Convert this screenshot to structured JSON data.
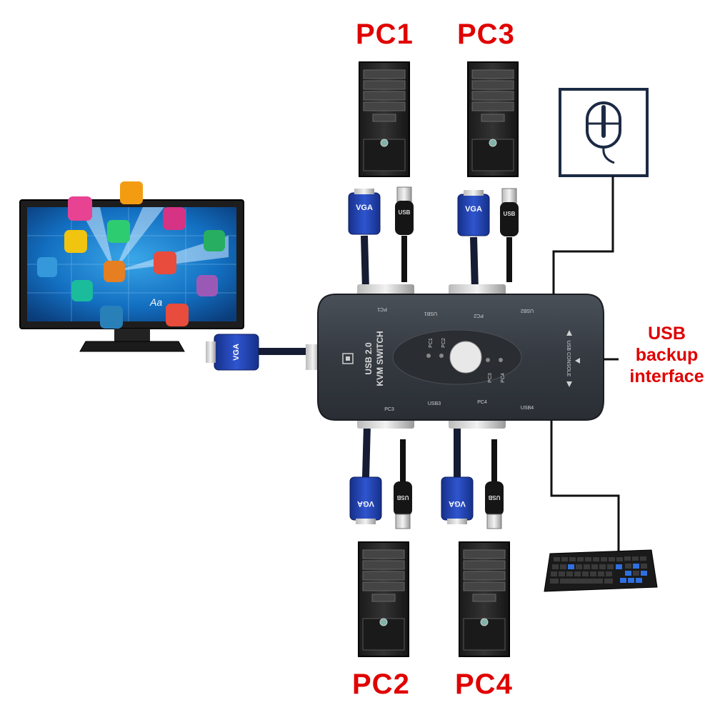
{
  "labels": {
    "pc1": "PC1",
    "pc2": "PC2",
    "pc3": "PC3",
    "pc4": "PC4",
    "usb_backup_line1": "USB",
    "usb_backup_line2": "backup",
    "usb_backup_line3": "interface"
  },
  "device": {
    "title_line1": "USB 2.0",
    "title_line2": "KVM SWITCH",
    "port_pc1": "PC1",
    "port_pc2": "PC2",
    "port_pc3": "PC3",
    "port_pc4": "PC4",
    "port_usb1": "USB1",
    "port_usb2": "USB2",
    "port_usb3": "USB3",
    "port_usb4": "USB4",
    "led_pc1": "PC1",
    "led_pc2": "PC2",
    "led_pc3": "PC3",
    "led_pc4": "PC4",
    "console": "USB CONSOLE"
  },
  "connectors": {
    "vga": "VGA",
    "usb": "USB"
  },
  "monitor": {
    "glyph": "Aa"
  },
  "colors": {
    "label_red": "#e00000",
    "device_body": "#3a3f47",
    "vga_blue": "#1f3fa8",
    "cable_black": "#111111"
  }
}
